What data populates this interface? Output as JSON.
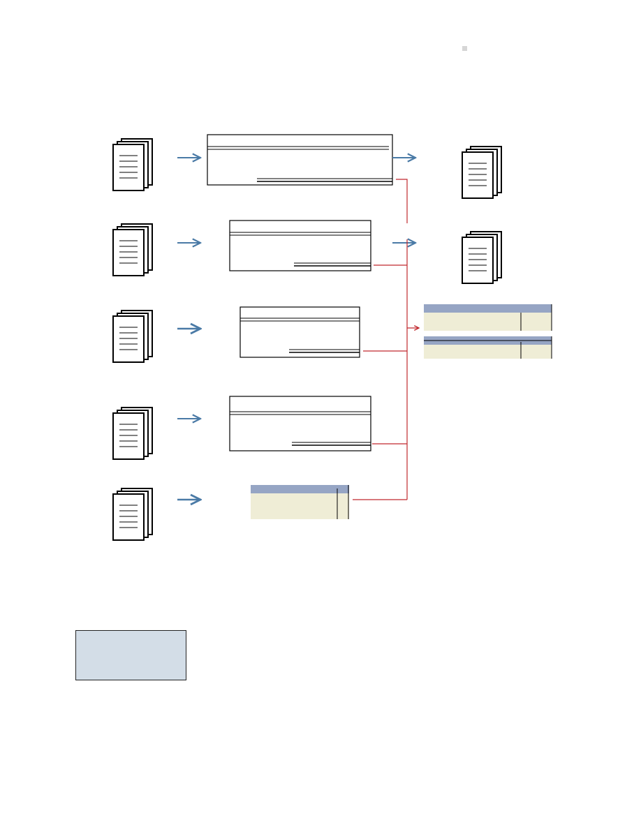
{
  "diagram": {
    "title": "",
    "source_documents": [
      {
        "id": "source-1"
      },
      {
        "id": "source-2"
      },
      {
        "id": "source-3"
      },
      {
        "id": "source-4"
      },
      {
        "id": "source-5"
      }
    ],
    "journals": [
      {
        "id": "journal-1"
      },
      {
        "id": "journal-2"
      },
      {
        "id": "journal-3"
      },
      {
        "id": "journal-4"
      },
      {
        "id": "journal-5"
      }
    ],
    "subsidiary_ledgers": [
      {
        "id": "ledger-1"
      },
      {
        "id": "ledger-2"
      }
    ],
    "general_ledger_accounts": [
      {
        "id": "account-1"
      },
      {
        "id": "account-2"
      }
    ],
    "note": {
      "text": ""
    }
  },
  "colors": {
    "flow_arrow": "#4a7aa6",
    "posting_line": "#c0282d",
    "table_header": "#96a5c4",
    "table_body": "#efedd6",
    "note_fill": "#d3dde7"
  }
}
